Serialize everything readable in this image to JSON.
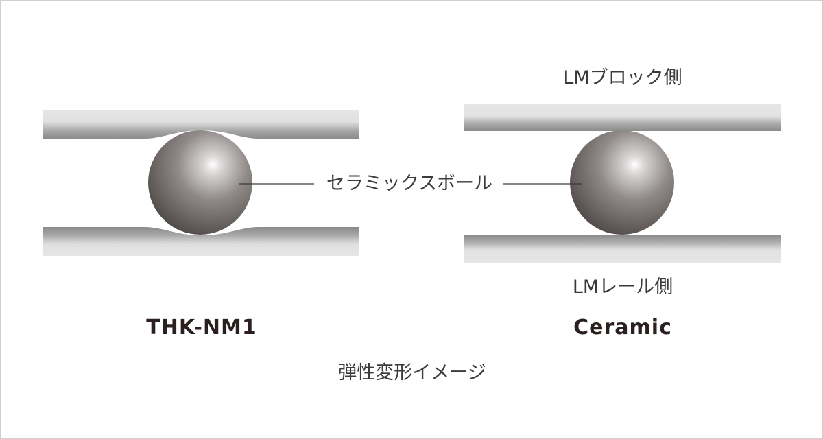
{
  "labels": {
    "ball": "セラミックスボール",
    "block_side": "LMブロック側",
    "rail_side": "LMレール側",
    "left_title": "THK-NM1",
    "right_title": "Ceramic",
    "caption": "弾性変形イメージ"
  },
  "colors": {
    "background": "#ffffff",
    "plate_light": "#e6e6e6",
    "plate_dark": "#8a8a8a",
    "ball_highlight": "#ffffff",
    "ball_dark": "#4a4442",
    "leader_line": "#3b3b3b"
  }
}
